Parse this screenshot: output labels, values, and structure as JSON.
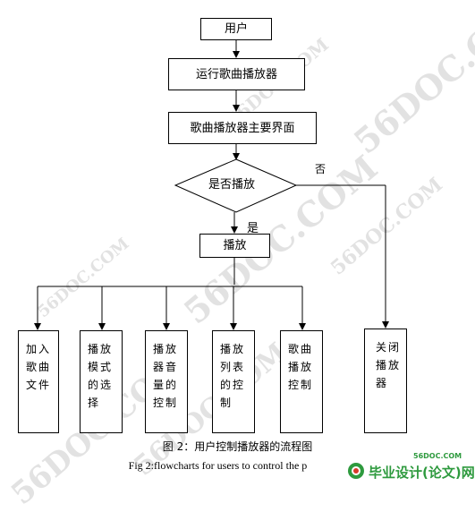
{
  "nodes": {
    "user": "用户",
    "run_player": "运行歌曲播放器",
    "main_ui": "歌曲播放器主要界面",
    "decision": "是否播放",
    "play": "播放",
    "add_files": "加入歌曲文件",
    "play_mode": "播放模式的选择",
    "volume": "播放器音量的控制",
    "playlist": "播放列表的控制",
    "song_control": "歌曲播放控制",
    "close": "关闭播放器"
  },
  "edge_labels": {
    "yes": "是",
    "no": "否"
  },
  "caption": {
    "zh": "图 2：用户控制播放器的流程图",
    "en": "Fig 2:flowcharts for users to control the p"
  },
  "watermark": {
    "text": "56DOC.COM",
    "site_small": "56DOC.COM",
    "site_name": "毕业设计(论文)网"
  },
  "colors": {
    "line": "#000000",
    "watermark": "#969696",
    "logo_green": "#2e9a3e",
    "logo_red": "#d83a2a"
  }
}
